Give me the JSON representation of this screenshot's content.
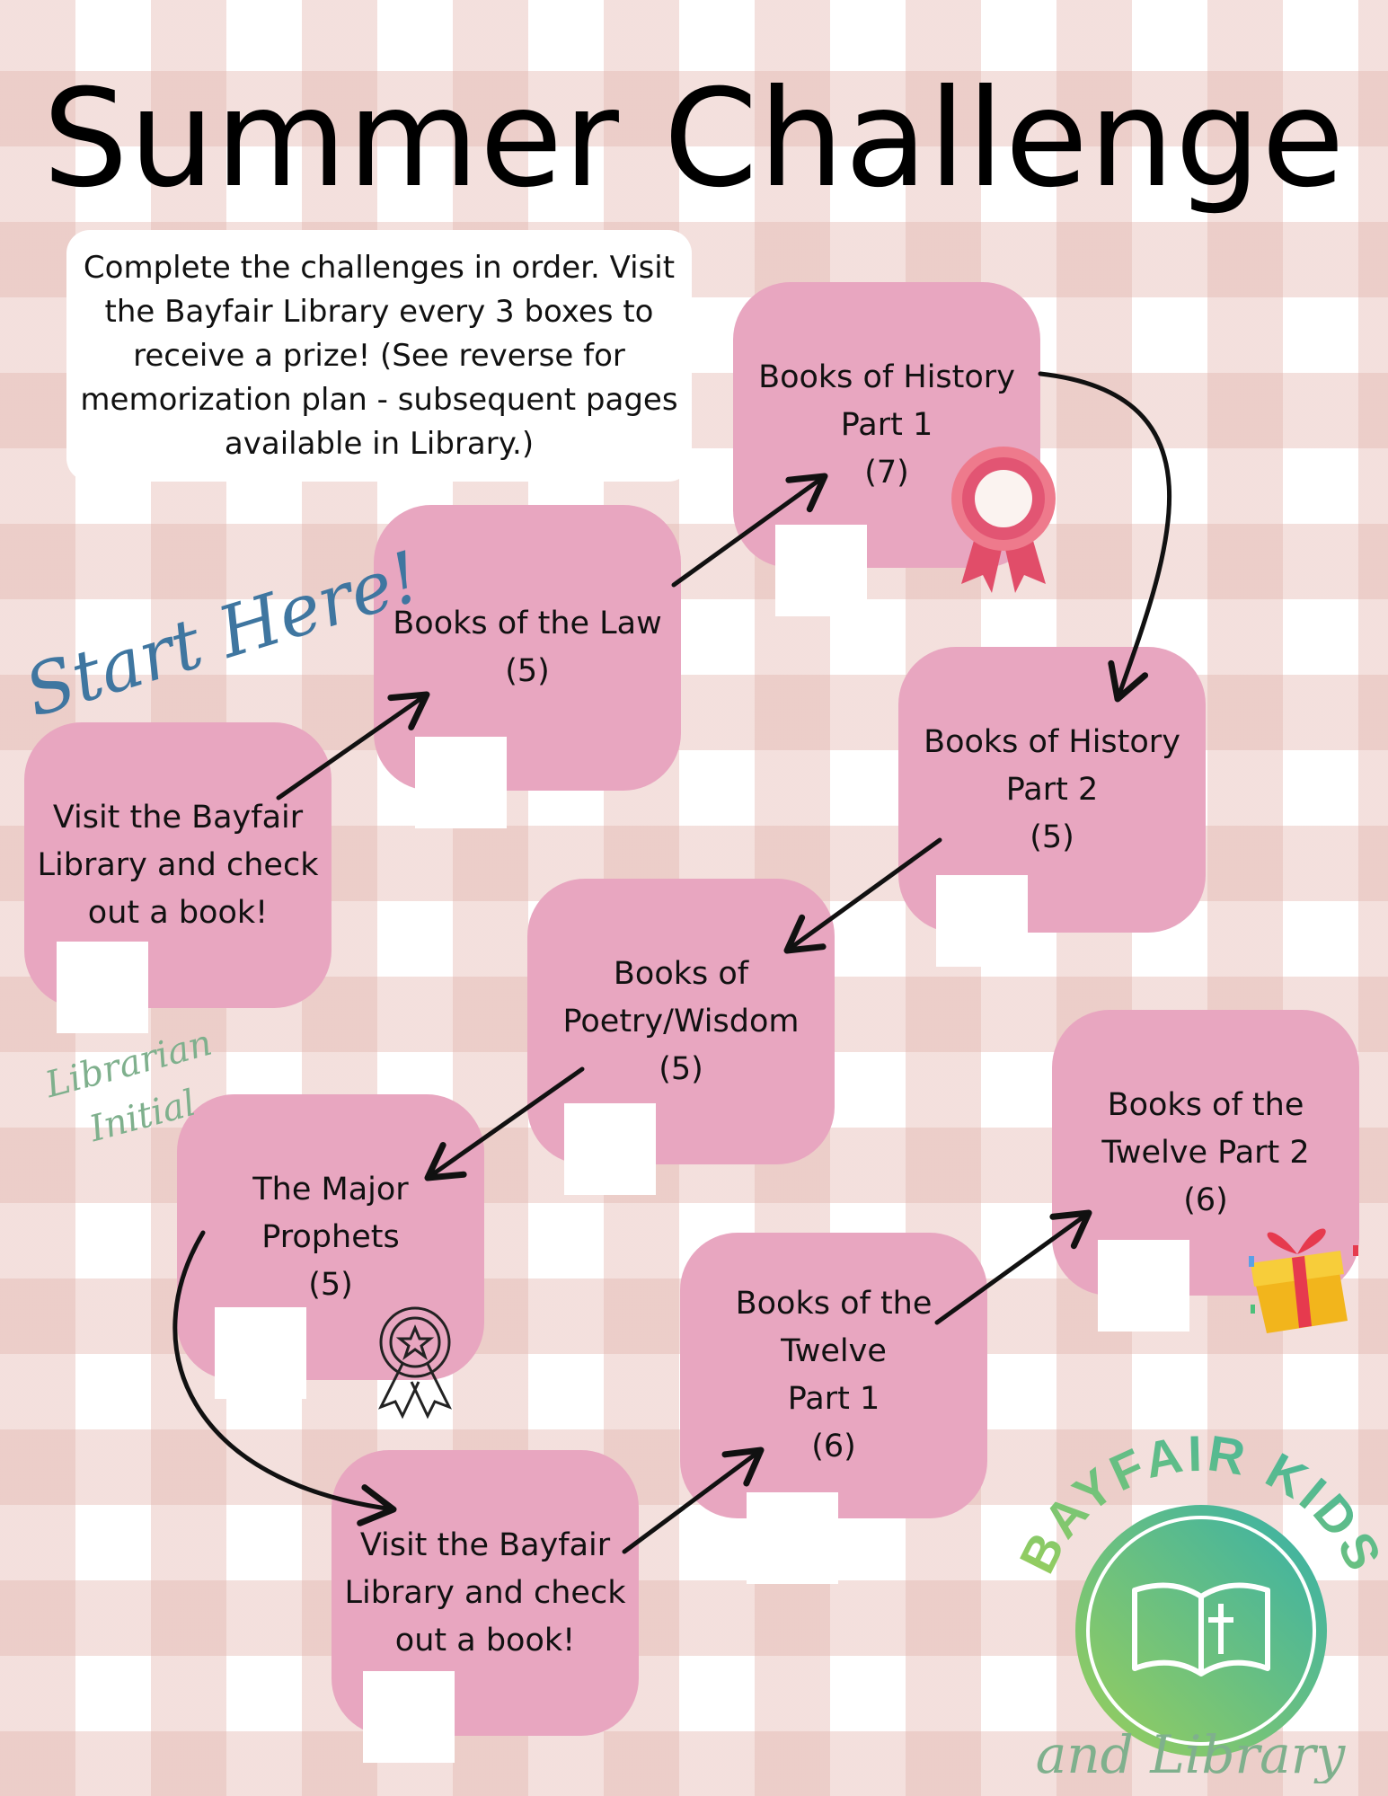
{
  "title": "Summer Challenge",
  "intro": "Complete the challenges in order. Visit the Bayfair Library every 3 boxes to receive a prize! (See reverse for memorization plan - subsequent pages available in Library.)",
  "start_label": "Start Here!",
  "librarian_label": "Librarian Initial",
  "steps": [
    {
      "label": "Visit the Bayfair\nLibrary and check\nout a book!"
    },
    {
      "label": "Books of the Law\n(5)"
    },
    {
      "label": "Books of History\nPart 1\n(7)"
    },
    {
      "label": "Books of History\nPart 2\n(5)"
    },
    {
      "label": "Books of\nPoetry/Wisdom\n(5)"
    },
    {
      "label": "The Major\nProphets\n(5)"
    },
    {
      "label": "Visit the Bayfair\nLibrary and check\nout a book!"
    },
    {
      "label": "Books of the\nTwelve\nPart 1\n(6)"
    },
    {
      "label": "Books of the\nTwelve Part 2\n(6)"
    }
  ],
  "logo": {
    "top_text": "BAYFAIR KIDS",
    "bottom_text": "and Library",
    "colors": {
      "green": "#9bcf5a",
      "teal": "#4bb5a0",
      "script": "#7fb08d"
    }
  },
  "colors": {
    "box": "#e8a6c0",
    "check": "#ffffff",
    "arrow": "#111111",
    "rosette": "#e8647a"
  },
  "icons": [
    "award-rosette-icon",
    "medal-star-icon",
    "gift-box-icon",
    "bible-icon"
  ]
}
